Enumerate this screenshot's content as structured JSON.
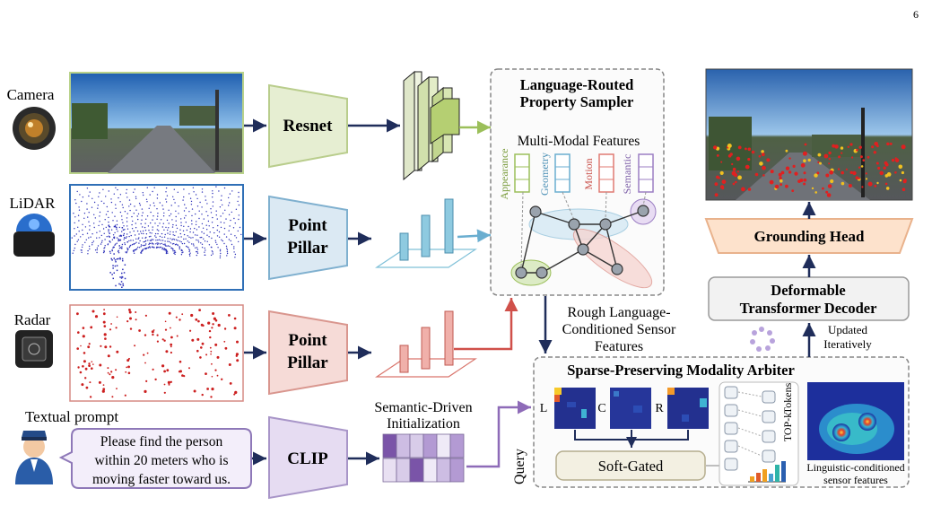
{
  "page_number": "6",
  "inputs": {
    "camera_label": "Camera",
    "lidar_label": "LiDAR",
    "radar_label": "Radar",
    "text_label": "Textual prompt",
    "prompt_lines": [
      "Please find the person",
      "within 20 meters who is",
      "moving faster toward us."
    ]
  },
  "encoders": {
    "resnet": "Resnet",
    "lidar_encoder": [
      "Point",
      "Pillar"
    ],
    "radar_encoder": [
      "Point",
      "Pillar"
    ],
    "clip": "CLIP"
  },
  "sampler": {
    "title_lines": [
      "Language-Routed",
      "Property Sampler"
    ],
    "subtitle": "Multi-Modal Features",
    "features": [
      "Appearance",
      "Geometry",
      "Motion",
      "Semantic"
    ]
  },
  "rough_features_lines": [
    "Rough Language-",
    "Conditioned Sensor",
    "Features"
  ],
  "semantic_init_lines": [
    "Semantic-Driven",
    "Initialization"
  ],
  "query_label": "Query",
  "arbiter": {
    "title": "Sparse-Preserving Modality Arbiter",
    "maps": [
      "L",
      "C",
      "R"
    ],
    "soft_gated": "Soft-Gated",
    "topk": "TOP-k",
    "tokens": "Tokens",
    "output_lines": [
      "Linguistic-conditioned",
      "sensor features"
    ]
  },
  "decoder": {
    "title_lines": [
      "Deformable",
      "Transformer Decoder"
    ],
    "update_lines": [
      "Updated",
      "Iteratively"
    ]
  },
  "head": "Grounding Head",
  "colors": {
    "arrow": "#1f2d5a",
    "appearance": "#9bbf5a",
    "geometry": "#6aaed0",
    "motion": "#e07a72",
    "semantic": "#9b7ec3",
    "lidar_points": "#2b2fb8",
    "radar_points": "#cc1f1f",
    "head_fill": "#fde2cc",
    "clip_fill": "#e6dcf2"
  }
}
